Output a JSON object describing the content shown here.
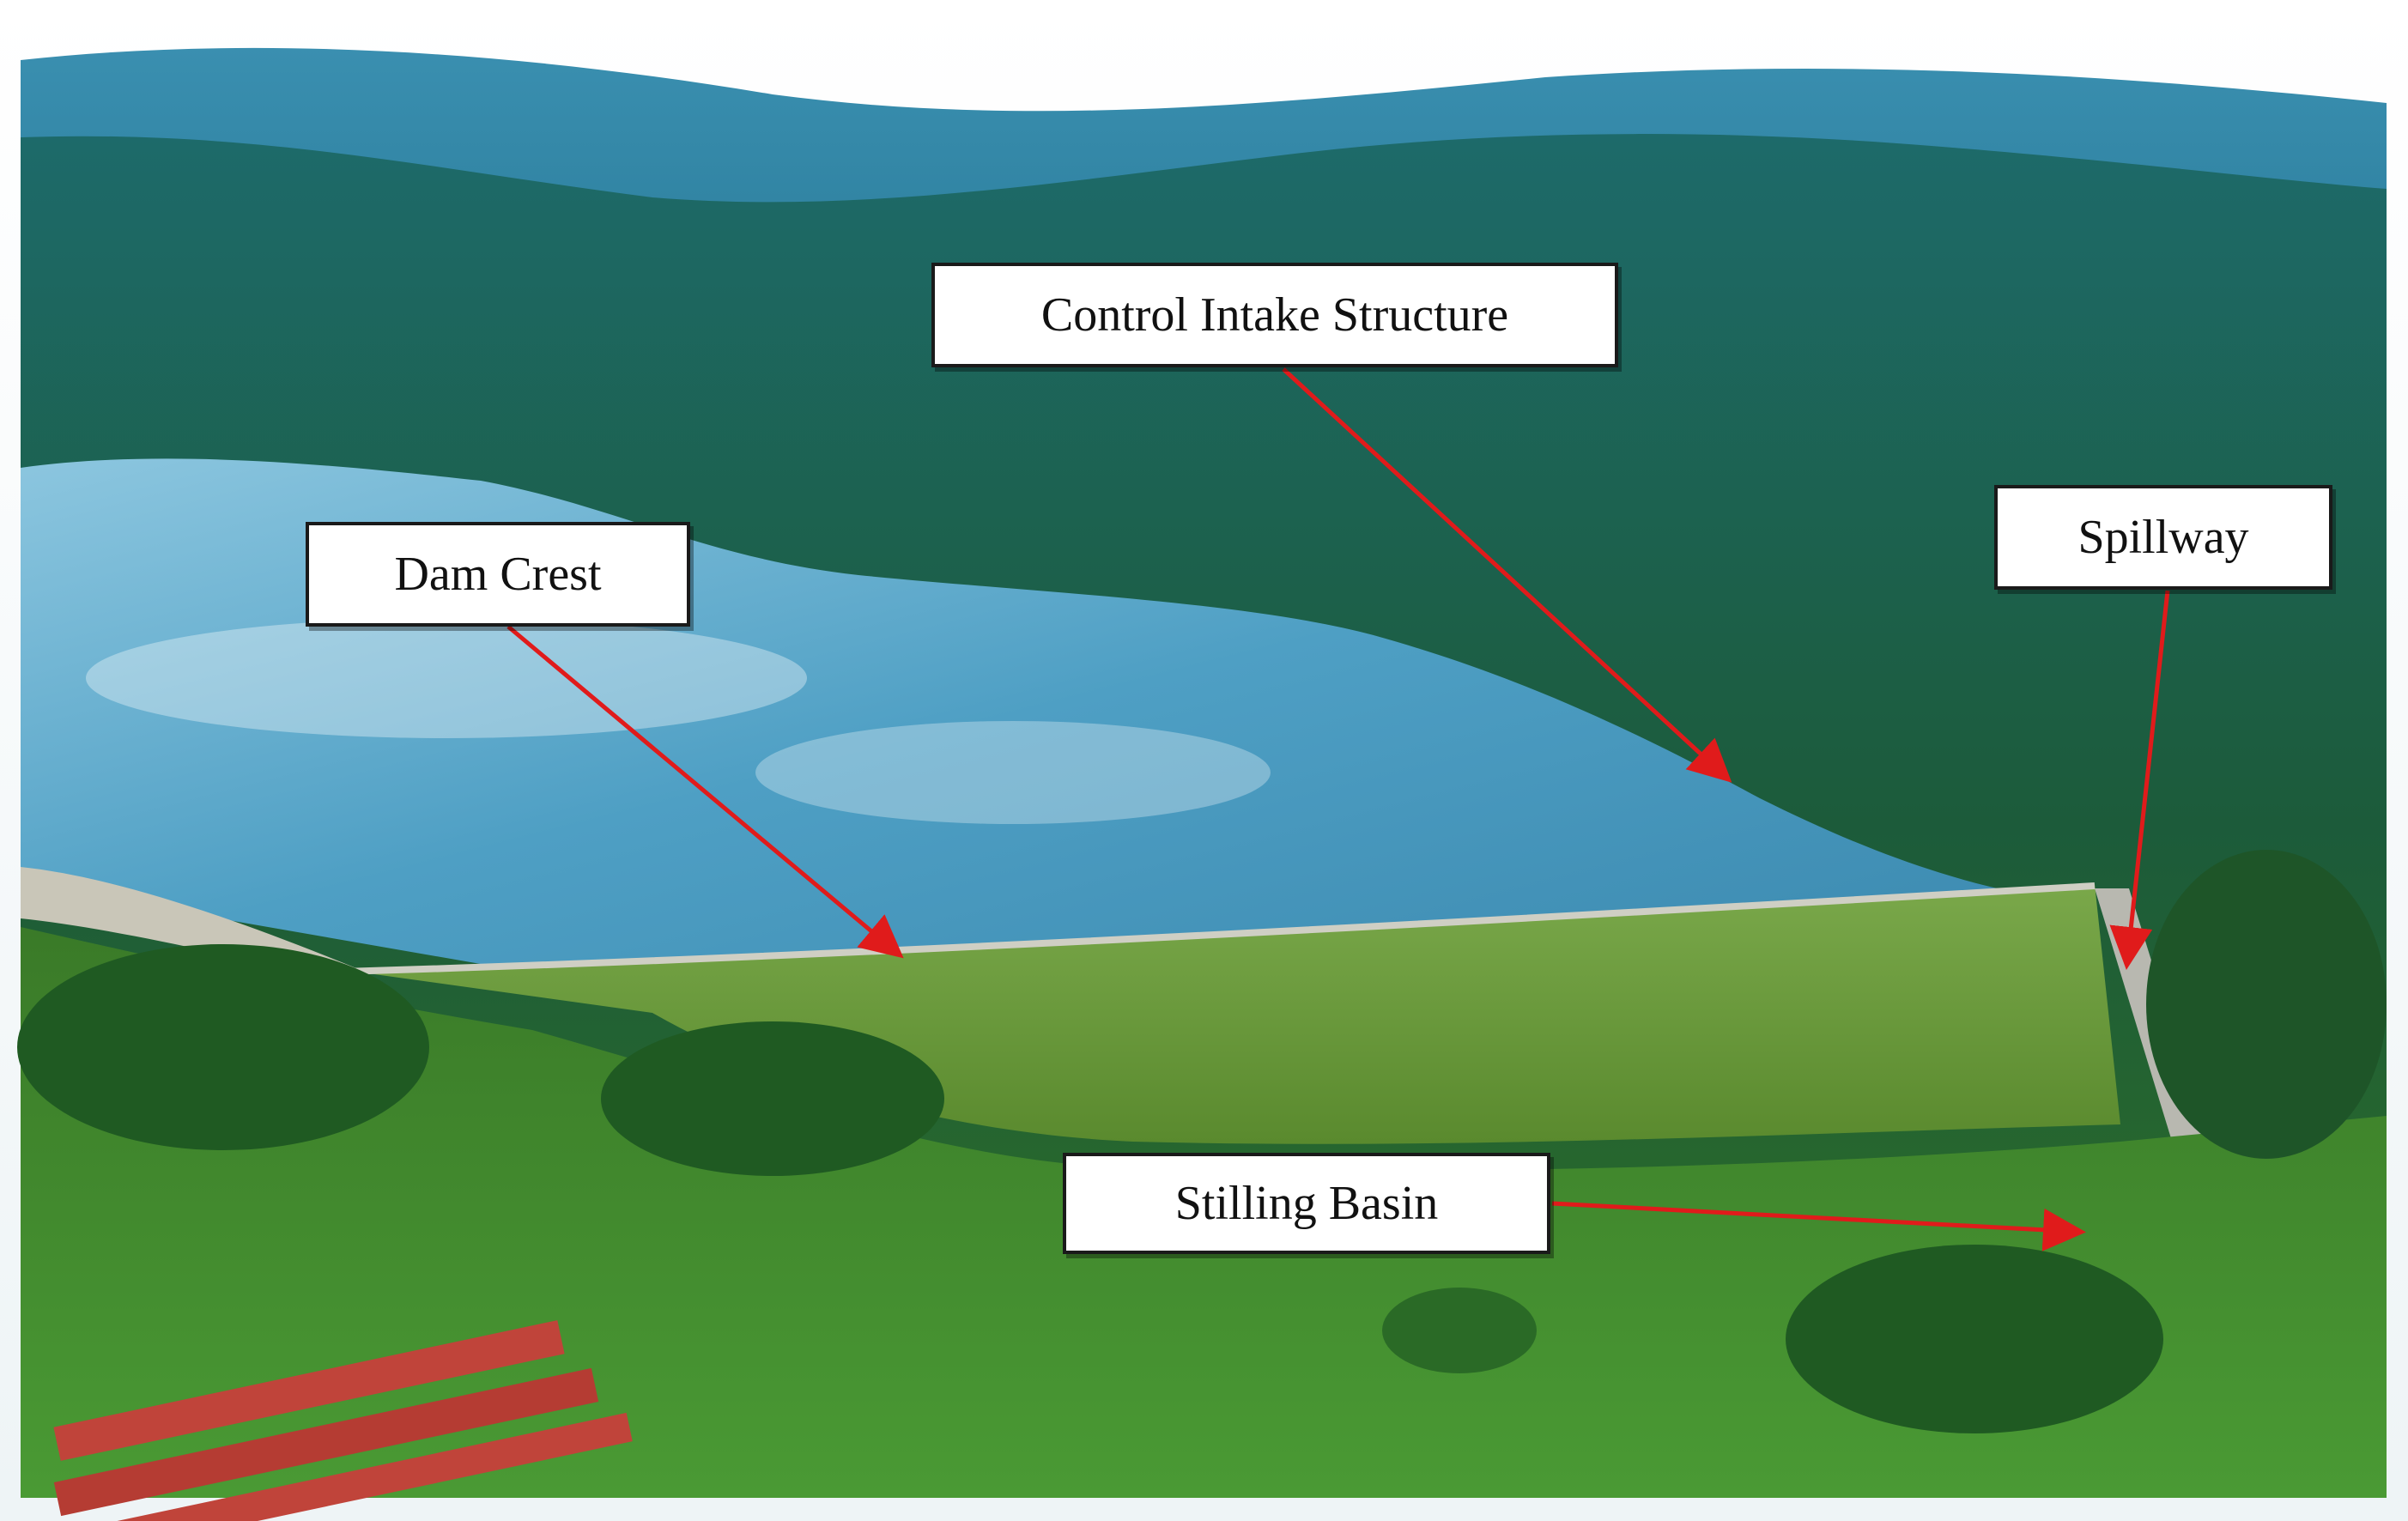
{
  "labels": {
    "control_intake": "Control Intake Structure",
    "dam_crest": "Dam Crest",
    "spillway": "Spillway",
    "stilling_basin": "Stilling Basin"
  },
  "colors": {
    "arrow": "#e01b1b",
    "sky": "#ffffff",
    "far_hills": "#2f7a9a",
    "near_hills": "#1f5a3c",
    "reservoir": "#5aa8cc",
    "dam_embankment": "#6a9a3a",
    "lowland_green": "#3f8a2e",
    "rooftops": "#c0443a",
    "stilling_basin_water": "#8a7a5e"
  }
}
